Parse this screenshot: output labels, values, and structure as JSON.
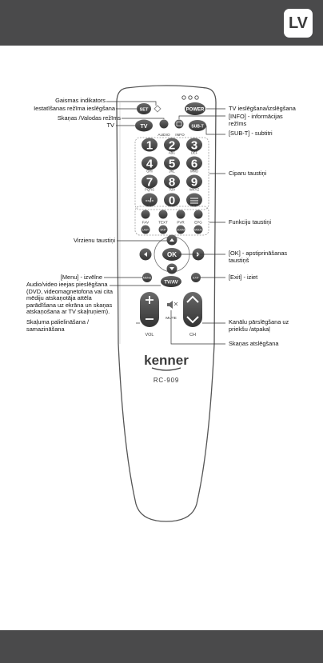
{
  "header": {
    "lang": "LV"
  },
  "colors": {
    "bar": "#4a4a4b",
    "remote_body": "#ffffff",
    "button_dark": "#444444",
    "line": "#333333"
  },
  "labels": {
    "indicator": "Gaismas indikators",
    "set": "Iestatīšanas režīma ieslēgšana",
    "audio": "Skaņas /Valodas režīms",
    "tv": "TV",
    "power": "TV ieslēgšana/izslēgšana",
    "info": "[INFO] - informācijas režīms",
    "subt": "[SUB-T] - subtitri",
    "digits": "Ciparu taustiņi",
    "func": "Funkciju taustiņi",
    "nav": "Virzienu taustiņi",
    "ok": "[OK] - apstiprināšanas taustiņš",
    "menu": "[Menu] - izvēlne",
    "exit": "[Exit] - iziet",
    "tvav": "Audio/video ieejas pieslēgšana (DVD, videomagnetofona vai cita mēdiju atskaņotāja attēla parādīšana uz ekrāna un skaņas atskaņošana ar TV skaļruņiem).",
    "vol": "Skaļuma palielināšana / samazināšana",
    "ch": "Kanālu pārslēgšana uz priekšu /atpakaļ",
    "mute": "Skaņas atslēgšana"
  },
  "remote": {
    "buttons": {
      "set": "SET",
      "power": "POWER",
      "tv": "TV",
      "subt": "SUB-T",
      "audio": "AUDIO",
      "info": "INFO",
      "fav": "FAV",
      "text": "TEXT",
      "pvr": "PVR",
      "epg": "EPG",
      "last": "LAST",
      "skip": "SKIP",
      "zoom": "ZOOM",
      "mode": "MODE",
      "ok": "OK",
      "menu": "MENU",
      "exit": "EXIT",
      "tvav": "TV/AV",
      "vol": "VOL",
      "ch": "CH",
      "mute": "MUTE",
      "dash": "--/-"
    },
    "digits": [
      "1",
      "2",
      "3",
      "4",
      "5",
      "6",
      "7",
      "8",
      "9",
      "0"
    ],
    "letters": [
      "ABC",
      "DEF",
      "GHI",
      "JKL",
      "MNO",
      "PQRS",
      "TUV",
      "WXYZ"
    ],
    "brand": "kenner",
    "model": "RC-909"
  }
}
